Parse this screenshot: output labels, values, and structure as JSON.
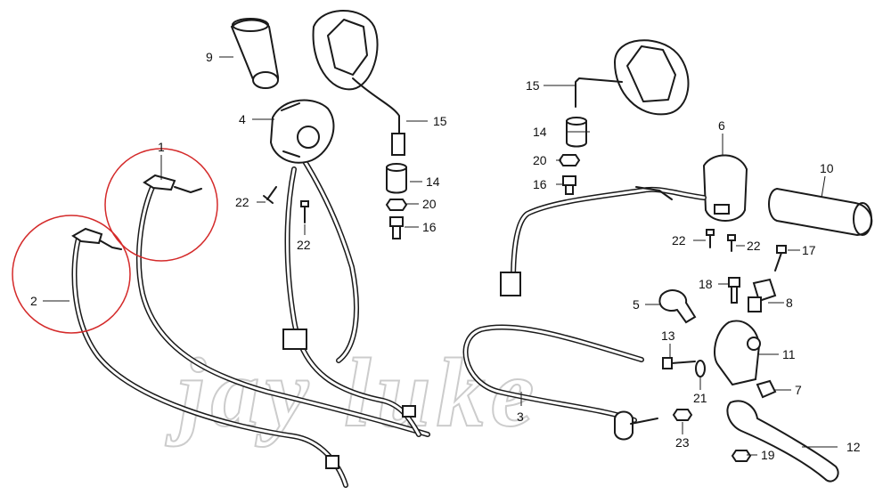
{
  "watermark": "jay luke",
  "highlight_color": "#d42a2a",
  "callouts": {
    "c1": "1",
    "c2": "2",
    "c3": "3",
    "c4": "4",
    "c5": "5",
    "c6": "6",
    "c7": "7",
    "c8": "8",
    "c9": "9",
    "c10": "10",
    "c11": "11",
    "c12": "12",
    "c13": "13",
    "c14a": "14",
    "c14b": "14",
    "c15a": "15",
    "c15b": "15",
    "c16a": "16",
    "c16b": "16",
    "c17": "17",
    "c18": "18",
    "c19": "19",
    "c20a": "20",
    "c20b": "20",
    "c21": "21",
    "c22a": "22",
    "c22b": "22",
    "c22c": "22",
    "c22d": "22",
    "c23": "23"
  }
}
